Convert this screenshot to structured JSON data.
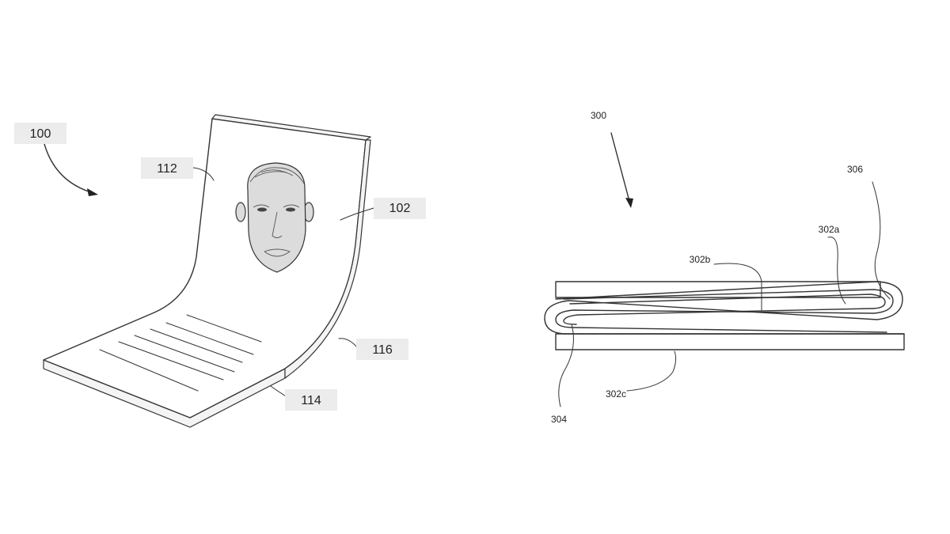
{
  "figure_left": {
    "labels": {
      "ref_100": "100",
      "ref_112": "112",
      "ref_102": "102",
      "ref_116": "116",
      "ref_114": "114"
    }
  },
  "figure_right": {
    "labels": {
      "ref_300": "300",
      "ref_306": "306",
      "ref_302a": "302a",
      "ref_302b": "302b",
      "ref_302c": "302c",
      "ref_304": "304"
    }
  },
  "colors": {
    "line": "#333333",
    "label_background": "#ececec",
    "face_fill": "#dcdcdc"
  }
}
